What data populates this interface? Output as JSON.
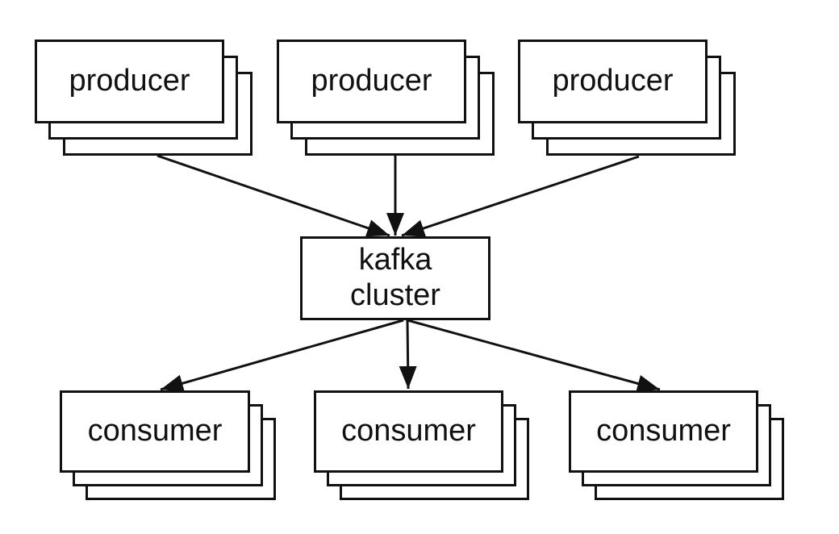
{
  "diagram": {
    "description": "kafka architecture diagram",
    "colors": {
      "background": "#ffffff",
      "stroke": "#111111",
      "box_fill": "#ffffff"
    },
    "producers": [
      {
        "id": "producer-1",
        "label": "producer"
      },
      {
        "id": "producer-2",
        "label": "producer"
      },
      {
        "id": "producer-3",
        "label": "producer"
      }
    ],
    "cluster": {
      "id": "kafka-cluster",
      "label": "kafka\ncluster"
    },
    "consumers": [
      {
        "id": "consumer-1",
        "label": "consumer"
      },
      {
        "id": "consumer-2",
        "label": "consumer"
      },
      {
        "id": "consumer-3",
        "label": "consumer"
      }
    ],
    "edges": [
      {
        "from": "producer-1",
        "to": "kafka-cluster"
      },
      {
        "from": "producer-2",
        "to": "kafka-cluster"
      },
      {
        "from": "producer-3",
        "to": "kafka-cluster"
      },
      {
        "from": "kafka-cluster",
        "to": "consumer-1"
      },
      {
        "from": "kafka-cluster",
        "to": "consumer-2"
      },
      {
        "from": "kafka-cluster",
        "to": "consumer-3"
      }
    ]
  }
}
